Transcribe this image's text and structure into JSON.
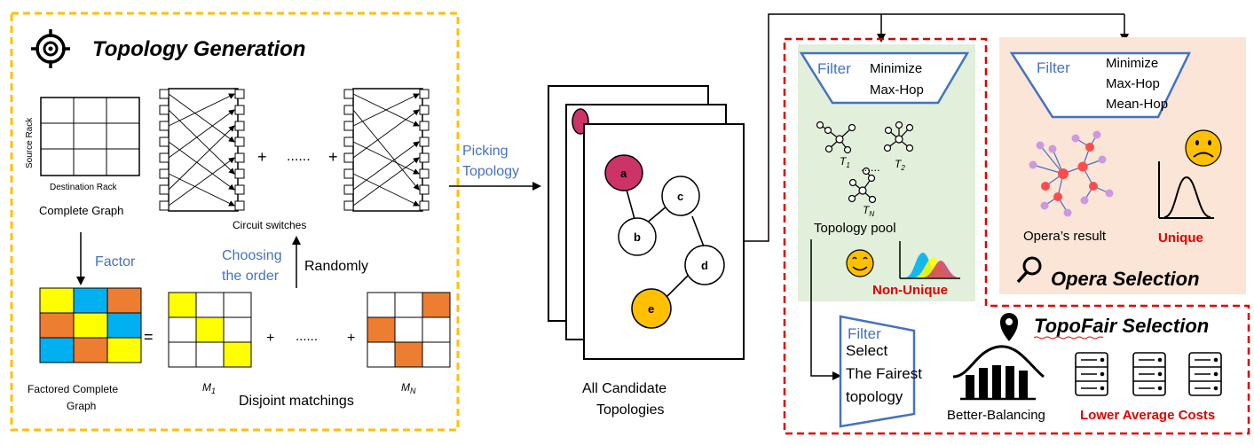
{
  "topology_generation": {
    "title": "Topology Generation",
    "axis_y": "Source Rack",
    "axis_x": "Destination Rack",
    "complete_graph": "Complete Graph",
    "circuit_switches": "Circuit switches",
    "plus": "+",
    "ellipsis": "......",
    "factor": "Factor",
    "choosing_order_1": "Choosing",
    "choosing_order_2": "the order",
    "randomly": "Randomly",
    "equals": "=",
    "factored_1": "Factored Complete",
    "factored_2": "Graph",
    "m1": "M",
    "m1_sub": "1",
    "mn": "M",
    "mn_sub": "N",
    "disjoint": "Disjoint matchings"
  },
  "picking": {
    "line1": "Picking",
    "line2": "Topology"
  },
  "candidates": {
    "line1": "All Candidate",
    "line2": "Topologies",
    "nodes": [
      "a",
      "b",
      "c",
      "d",
      "e"
    ]
  },
  "filter_maxhop": {
    "filter": "Filter",
    "line1": "Minimize",
    "line2": "Max-Hop",
    "t1": "T",
    "t1_sub": "1",
    "t2": "T",
    "t2_sub": "2",
    "tn": "T",
    "tn_sub": "N",
    "dots": "......",
    "pool": "Topology pool",
    "non_unique": "Non-Unique"
  },
  "opera": {
    "filter": "Filter",
    "line1": "Minimize",
    "line2": "Max-Hop",
    "line3": "Mean-Hop",
    "result": "Opera’s result",
    "unique": "Unique",
    "title": "Opera Selection"
  },
  "topofair": {
    "title": "TopoFair Selection",
    "filter": "Filter",
    "line1": "Select",
    "line2": "The Fairest",
    "line3": "topology",
    "balancing": "Better-Balancing",
    "costs": "Lower Average Costs"
  },
  "colors": {
    "yellow": "#ffff00",
    "orange": "#ed7d31",
    "cyan": "#00b0f0",
    "blue": "#4472c4",
    "red": "#e00000",
    "magenta": "#cc3366",
    "amber": "#ffc000",
    "green_bg": "#e2efda",
    "peach_bg": "#fbe5d6"
  },
  "icons": [
    "target-icon",
    "graph-icon",
    "distribution-icon",
    "smile-icon",
    "sad-icon",
    "magnifier-icon",
    "pin-icon",
    "server-icon",
    "bar-chart-icon"
  ]
}
